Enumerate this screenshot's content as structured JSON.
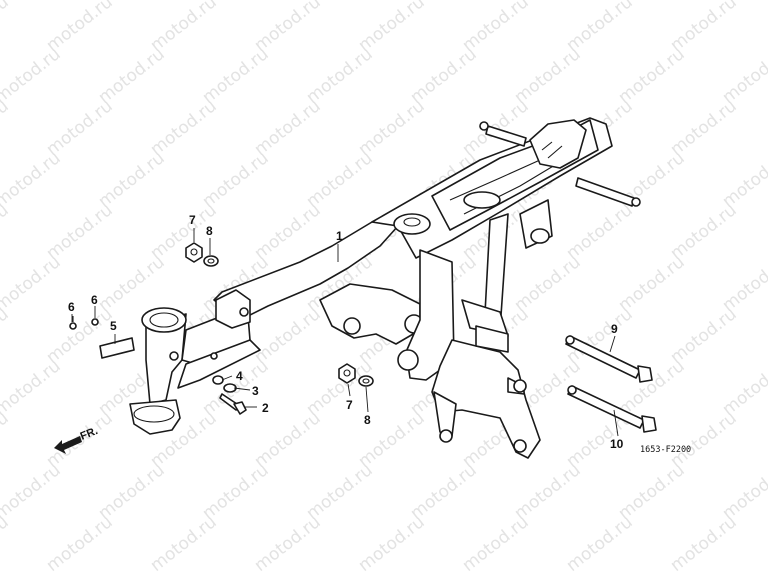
{
  "watermark": {
    "text": "motod.ru",
    "color": "#e3e3e3"
  },
  "diagram_code": "1653-F2200",
  "direction_label": "FR.",
  "callouts": {
    "c1": "1",
    "c2": "2",
    "c3": "3",
    "c4": "4",
    "c5": "5",
    "c6a": "6",
    "c6b": "6",
    "c7a": "7",
    "c7b": "7",
    "c8a": "8",
    "c8b": "8",
    "c9": "9",
    "c10": "10"
  },
  "icons": {
    "direction_arrow": "arrow-left-down-icon"
  }
}
